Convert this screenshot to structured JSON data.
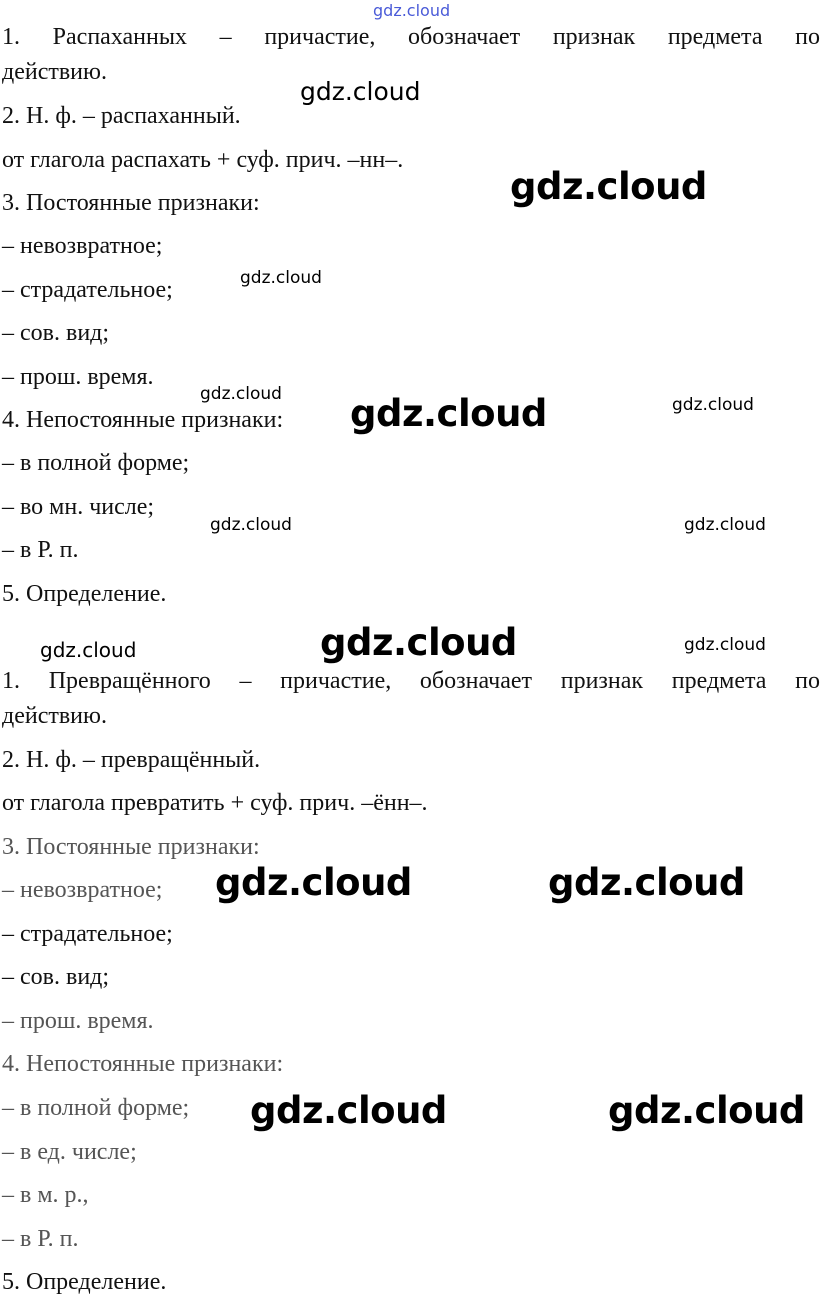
{
  "top_link": "gdz.cloud",
  "watermark": "gdz.cloud",
  "section1": {
    "lines": [
      "1. Распаханных – причастие, обозначает признак предмета по",
      "действию.",
      "2. Н. ф. – распаханный.",
      "от глагола распахать + суф. прич. –нн–.",
      "3. Постоянные признаки:",
      "– невозвратное;",
      "– страдательное;",
      "– сов. вид;",
      "– прош. время.",
      "4. Непостоянные признаки:",
      "– в полной форме;",
      "– во мн. числе;",
      "– в Р. п.",
      "5. Определение."
    ]
  },
  "section2": {
    "lines": [
      "1. Превращённого – причастие, обозначает признак предмета по",
      "действию.",
      "2. Н. ф. – превращённый.",
      "от глагола превратить + суф. прич. –ённ–.",
      "3. Постоянные признаки:",
      "– невозвратное;",
      "– страдательное;",
      "– сов. вид;",
      "– прош. время.",
      "4. Непостоянные признаки:",
      "– в полной форме;",
      "– в ед. числе;",
      "– в м. р.,",
      "– в Р. п.",
      "5. Определение."
    ]
  }
}
